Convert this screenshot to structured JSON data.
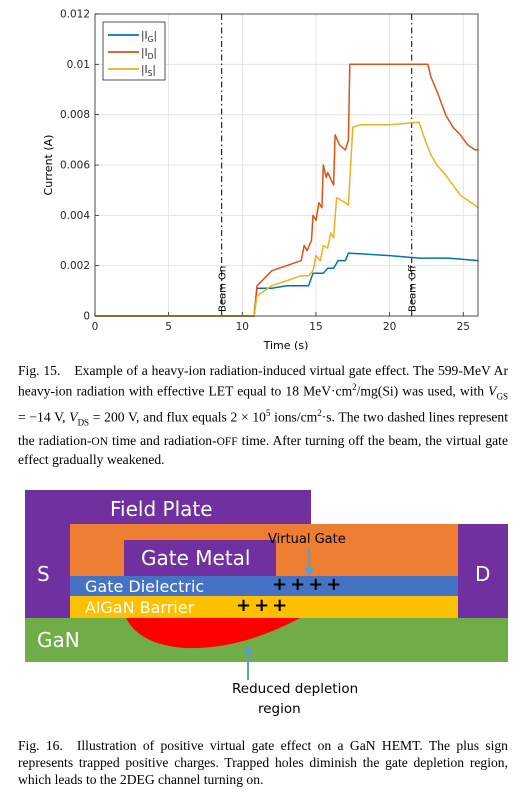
{
  "fig15": {
    "caption_parts": {
      "label": "Fig. 15.",
      "p1": "Example of a heavy-ion radiation-induced virtual gate effect. The 599-MeV Ar heavy-ion radiation with effective LET equal to 18 MeV·cm",
      "p2": "/mg(Si) was used, with ",
      "vgs": "V",
      "vgs_sub": "GS",
      "p3": " = −14 V, ",
      "vds": "V",
      "vds_sub": "DS",
      "p4": " = 200 V, and flux equals 2 × 10",
      "p5": " ions/cm",
      "p6": "·s. The two dashed lines represent the radiation-",
      "on": "ON",
      "p7": " time and radiation-",
      "off": "OFF",
      "p8": " time. After turning off the beam, the virtual gate effect gradually weakened.",
      "sup2": "2",
      "sup5": "5"
    }
  },
  "fig16": {
    "caption": {
      "label": "Fig. 16.",
      "text": "Illustration of positive virtual gate effect on a GaN HEMT. The plus sign represents trapped positive charges. Trapped holes diminish the gate depletion region, which leads to the 2DEG channel turning on."
    },
    "labels": {
      "field_plate": "Field Plate",
      "gate_metal": "Gate Metal",
      "source": "S",
      "drain": "D",
      "gate_dielectric": "Gate Dielectric",
      "algan_barrier": "AlGaN Barrier",
      "gan": "GaN",
      "virtual_gate": "Virtual Gate",
      "plus_dielectric": "++++",
      "plus_barrier": "+++",
      "depletion_line1": "Reduced depletion",
      "depletion_line2": "region"
    },
    "colors": {
      "purple": "#7030a0",
      "orange": "#ed7d31",
      "blue": "#4472c4",
      "yellow": "#ffc000",
      "green": "#70ad47",
      "red": "#ff0000",
      "arrow": "#5b9bd5"
    }
  },
  "chart_data": {
    "type": "line",
    "title": "",
    "xlabel": "Time (s)",
    "ylabel": "Current (A)",
    "xlim": [
      0,
      26
    ],
    "ylim": [
      0,
      0.012
    ],
    "xticks": [
      0,
      5,
      10,
      15,
      20,
      25
    ],
    "yticks": [
      0,
      0.002,
      0.004,
      0.006,
      0.008,
      0.01,
      0.012
    ],
    "ytick_labels": [
      "0",
      "0.002",
      "0.004",
      "0.006",
      "0.008",
      "0.01",
      "0.012"
    ],
    "grid": true,
    "legend_position": "top-left",
    "annotations": [
      {
        "text": "Beam On",
        "x": 8.6
      },
      {
        "text": "Beam Off",
        "x": 21.5
      }
    ],
    "series": [
      {
        "name": "|I_G|",
        "color": "#0072bd",
        "x": [
          0,
          10.8,
          11.0,
          12.0,
          13.0,
          14.5,
          14.8,
          15.5,
          15.8,
          16.2,
          16.5,
          17.0,
          17.2,
          20.0,
          22.0,
          24.0,
          26.0
        ],
        "y": [
          0,
          0,
          0.0011,
          0.0011,
          0.0012,
          0.0012,
          0.0017,
          0.0017,
          0.0019,
          0.0019,
          0.0022,
          0.0022,
          0.0025,
          0.0024,
          0.0023,
          0.0023,
          0.0022
        ]
      },
      {
        "name": "|I_D|",
        "color": "#d95319",
        "x": [
          0,
          10.8,
          11.0,
          11.5,
          12.0,
          13.0,
          14.0,
          14.2,
          14.4,
          14.7,
          14.8,
          15.0,
          15.2,
          15.4,
          15.5,
          15.7,
          15.8,
          16.2,
          16.3,
          16.6,
          17.0,
          17.2,
          17.3,
          18.0,
          21.0,
          22.6,
          22.8,
          23.3,
          23.8,
          24.3,
          24.8,
          25.3,
          25.8,
          26.0
        ],
        "y": [
          0,
          0,
          0.0012,
          0.0015,
          0.0018,
          0.002,
          0.0022,
          0.0028,
          0.0026,
          0.003,
          0.004,
          0.0038,
          0.0045,
          0.0043,
          0.006,
          0.0055,
          0.0057,
          0.0052,
          0.0072,
          0.0068,
          0.0066,
          0.007,
          0.01,
          0.01,
          0.01,
          0.01,
          0.0095,
          0.0088,
          0.008,
          0.0075,
          0.0072,
          0.0068,
          0.0066,
          0.0066
        ]
      },
      {
        "name": "|I_S|",
        "color": "#edb120",
        "x": [
          0,
          10.8,
          11.0,
          11.5,
          12.0,
          13.0,
          14.0,
          14.5,
          14.8,
          15.0,
          15.3,
          15.5,
          15.8,
          16.0,
          16.2,
          16.4,
          17.0,
          17.2,
          17.5,
          18.0,
          20.0,
          22.0,
          22.4,
          22.8,
          23.2,
          23.8,
          24.3,
          24.8,
          25.3,
          25.8,
          26.0
        ],
        "y": [
          0,
          0,
          0.0008,
          0.001,
          0.0012,
          0.0014,
          0.0016,
          0.0016,
          0.0018,
          0.0024,
          0.0022,
          0.0028,
          0.0027,
          0.0033,
          0.0031,
          0.0047,
          0.0045,
          0.0044,
          0.0075,
          0.0076,
          0.0076,
          0.0077,
          0.007,
          0.0064,
          0.006,
          0.0056,
          0.0052,
          0.0048,
          0.0046,
          0.0044,
          0.0043
        ]
      }
    ]
  }
}
